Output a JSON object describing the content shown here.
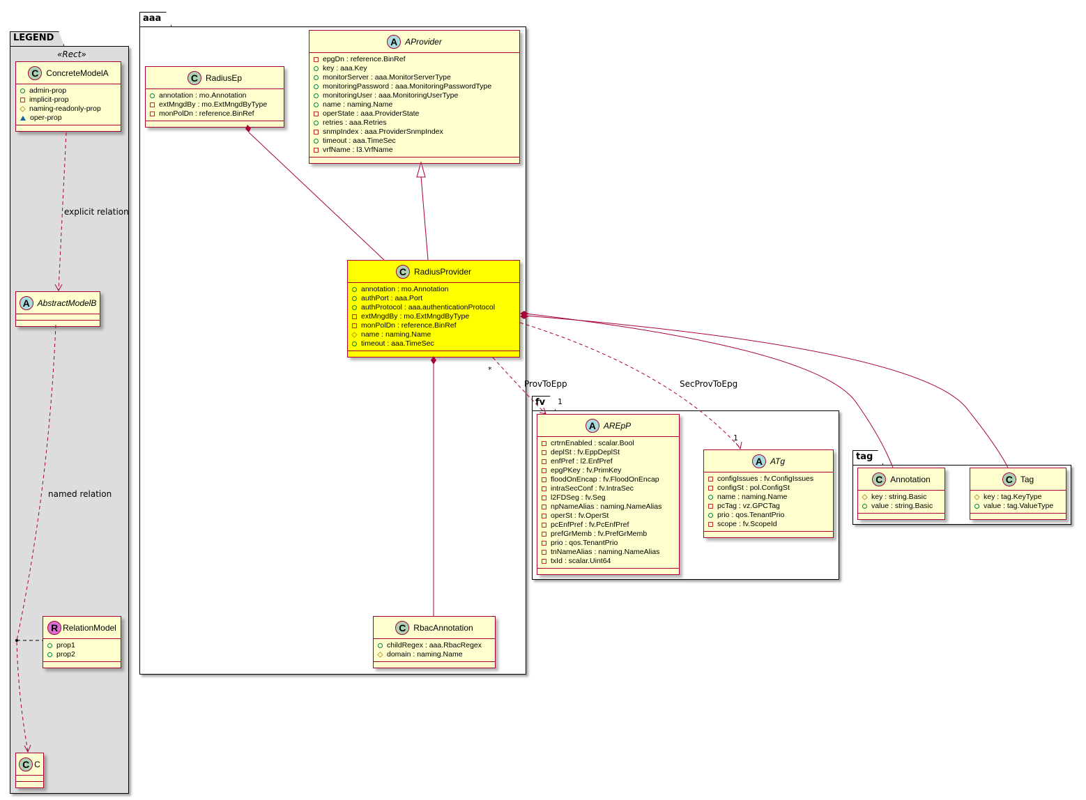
{
  "packages": {
    "legend": {
      "name": "LEGEND",
      "stereotype": "«Rect»"
    },
    "aaa": {
      "name": "aaa"
    },
    "fv": {
      "name": "fv"
    },
    "tag": {
      "name": "tag"
    }
  },
  "classes": {
    "ConcreteModelA": {
      "name": "ConcreteModelA",
      "kind": "C",
      "attrs": [
        [
          "pub",
          "admin-prop"
        ],
        [
          "priv",
          "implicit-prop"
        ],
        [
          "prot",
          "naming-readonly-prop"
        ],
        [
          "pkgv",
          "oper-prop"
        ]
      ]
    },
    "AbstractModelB": {
      "name": "AbstractModelB",
      "kind": "A",
      "attrs": []
    },
    "RelationModel": {
      "name": "RelationModel",
      "kind": "R",
      "attrs": [
        [
          "pub",
          "prop1"
        ],
        [
          "pub",
          "prop2"
        ]
      ]
    },
    "C": {
      "name": "C",
      "kind": "C",
      "attrs": []
    },
    "RadiusEp": {
      "name": "RadiusEp",
      "kind": "C",
      "attrs": [
        [
          "pub",
          "annotation : mo.Annotation"
        ],
        [
          "priv",
          "extMngdBy : mo.ExtMngdByType"
        ],
        [
          "priv",
          "monPolDn : reference.BinRef"
        ]
      ]
    },
    "AProvider": {
      "name": "AProvider",
      "kind": "A",
      "attrs": [
        [
          "priv",
          "epgDn : reference.BinRef"
        ],
        [
          "pub",
          "key : aaa.Key"
        ],
        [
          "pub",
          "monitorServer : aaa.MonitorServerType"
        ],
        [
          "pub",
          "monitoringPassword : aaa.MonitoringPasswordType"
        ],
        [
          "pub",
          "monitoringUser : aaa.MonitoringUserType"
        ],
        [
          "pub",
          "name : naming.Name"
        ],
        [
          "priv",
          "operState : aaa.ProviderState"
        ],
        [
          "pub",
          "retries : aaa.Retries"
        ],
        [
          "priv",
          "snmpIndex : aaa.ProviderSnmpIndex"
        ],
        [
          "pub",
          "timeout : aaa.TimeSec"
        ],
        [
          "priv",
          "vrfName : l3.VrfName"
        ]
      ]
    },
    "RadiusProvider": {
      "name": "RadiusProvider",
      "kind": "C",
      "attrs": [
        [
          "pub",
          "annotation : mo.Annotation"
        ],
        [
          "pub",
          "authPort : aaa.Port"
        ],
        [
          "pub",
          "authProtocol : aaa.authenticationProtocol"
        ],
        [
          "priv",
          "extMngdBy : mo.ExtMngdByType"
        ],
        [
          "priv",
          "monPolDn : reference.BinRef"
        ],
        [
          "prot",
          "name : naming.Name"
        ],
        [
          "pub",
          "timeout : aaa.TimeSec"
        ]
      ]
    },
    "RbacAnnotation": {
      "name": "RbacAnnotation",
      "kind": "C",
      "attrs": [
        [
          "pub",
          "childRegex : aaa.RbacRegex"
        ],
        [
          "prot",
          "domain : naming.Name"
        ]
      ]
    },
    "AREpP": {
      "name": "AREpP",
      "kind": "A",
      "attrs": [
        [
          "priv",
          "crtrnEnabled : scalar.Bool"
        ],
        [
          "priv",
          "deplSt : fv.EppDeplSt"
        ],
        [
          "priv",
          "enfPref : l2.EnfPref"
        ],
        [
          "priv",
          "epgPKey : fv.PrimKey"
        ],
        [
          "priv",
          "floodOnEncap : fv.FloodOnEncap"
        ],
        [
          "priv",
          "intraSecConf : fv.IntraSec"
        ],
        [
          "priv",
          "l2FDSeg : fv.Seg"
        ],
        [
          "priv",
          "npNameAlias : naming.NameAlias"
        ],
        [
          "priv",
          "operSt : fv.OperSt"
        ],
        [
          "priv",
          "pcEnfPref : fv.PcEnfPref"
        ],
        [
          "priv",
          "prefGrMemb : fv.PrefGrMemb"
        ],
        [
          "priv",
          "prio : qos.TenantPrio"
        ],
        [
          "priv",
          "tnNameAlias : naming.NameAlias"
        ],
        [
          "priv",
          "txId : scalar.Uint64"
        ]
      ]
    },
    "ATg": {
      "name": "ATg",
      "kind": "A",
      "attrs": [
        [
          "priv",
          "configIssues : fv.ConfigIssues"
        ],
        [
          "priv",
          "configSt : pol.ConfigSt"
        ],
        [
          "pub",
          "name : naming.Name"
        ],
        [
          "priv",
          "pcTag : vz.GPCTag"
        ],
        [
          "pub",
          "prio : qos.TenantPrio"
        ],
        [
          "priv",
          "scope : fv.ScopeId"
        ]
      ]
    },
    "Annotation": {
      "name": "Annotation",
      "kind": "C",
      "attrs": [
        [
          "prot",
          "key : string.Basic"
        ],
        [
          "pub",
          "value : string.Basic"
        ]
      ]
    },
    "Tag": {
      "name": "Tag",
      "kind": "C",
      "attrs": [
        [
          "prot",
          "key : tag.KeyType"
        ],
        [
          "pub",
          "value : tag.ValueType"
        ]
      ]
    }
  },
  "relations": {
    "explicit": "explicit relation",
    "named": "named relation",
    "prov_to_epp": "ProvToEpp",
    "sec_prov_to_epg": "SecProvToEpg",
    "mult_star": "*",
    "mult_one_epp": "1",
    "mult_one_epg": "1"
  },
  "colors": {
    "class_fill": "#fefece",
    "highlight": "#ffff00",
    "border": "#a80036",
    "legend_bg": "#dddddd",
    "C": "#add1b2",
    "A": "#a9dcdf",
    "R": "#da70d6"
  }
}
